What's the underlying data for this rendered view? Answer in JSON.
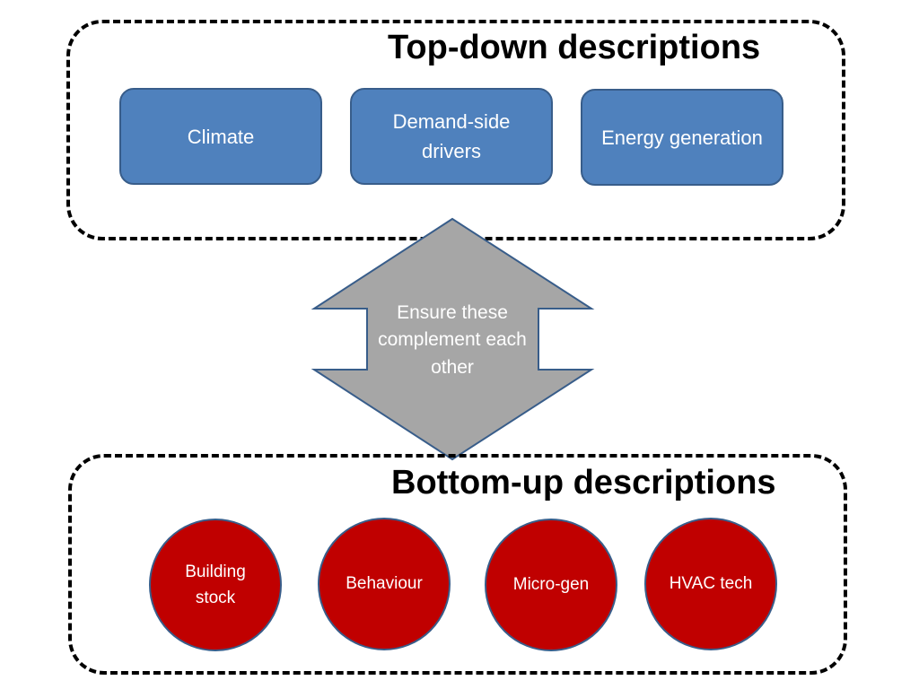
{
  "top_group": {
    "title": "Top-down descriptions",
    "boxes": [
      {
        "label": "Climate"
      },
      {
        "label": "Demand-side drivers"
      },
      {
        "label": "Energy generation"
      }
    ]
  },
  "connector": {
    "label": "Ensure these complement each other"
  },
  "bottom_group": {
    "title": "Bottom-up descriptions",
    "circles": [
      {
        "label": "Building stock"
      },
      {
        "label": "Behaviour"
      },
      {
        "label": "Micro-gen"
      },
      {
        "label": "HVAC tech"
      }
    ]
  },
  "colors": {
    "box_fill": "#4f81bd",
    "box_border": "#385d8a",
    "circle_fill": "#c00000",
    "arrow_fill": "#a6a6a6"
  }
}
